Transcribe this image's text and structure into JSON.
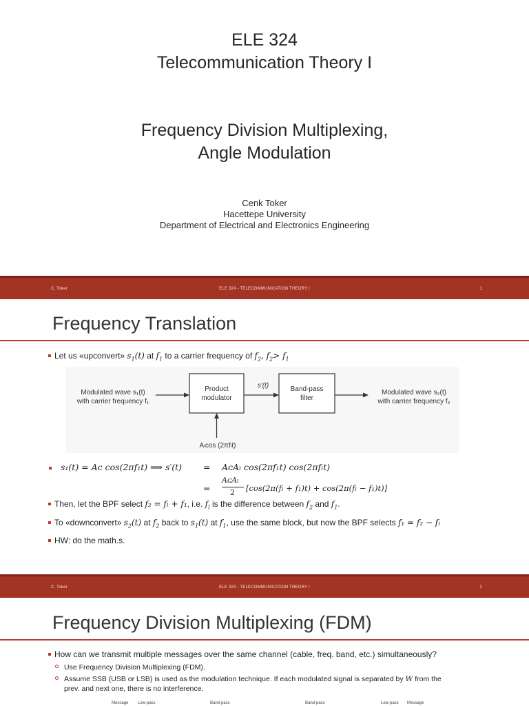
{
  "slide1": {
    "course": "ELE 324",
    "course_title": "Telecommunication Theory I",
    "topic_line1": "Frequency Division Multiplexing,",
    "topic_line2": "Angle Modulation",
    "author": "Cenk Toker",
    "university": "Hacettepe University",
    "department": "Department of Electrical and Electronics Engineering"
  },
  "footer": {
    "author": "C. Toker",
    "course": "ELE 324 - TELECOMMUNICATION THEORY I"
  },
  "page_numbers": [
    "1",
    "2"
  ],
  "slide2": {
    "title": "Frequency Translation",
    "bullet1": {
      "a": "Let us «upconvert» ",
      "b": " at ",
      "c": " to a carrier frequency of "
    },
    "diagram": {
      "in_line1": "Modulated wave s₁(t)",
      "in_line2": "with carrier frequency f₁",
      "product_line1": "Product",
      "product_line2": "modulator",
      "s_prime": "s'(t)",
      "bpf_line1": "Band-pass",
      "bpf_line2": "filter",
      "out_line1": "Modulated wave s₂(t)",
      "out_line2": "with carrier frequency f₂",
      "osc": "Aₗcos (2πfₗt)"
    },
    "eq1_lhs": "s₁(t) = Aᴄ cos(2πf₁t) ⟹ s′(t)",
    "eq1_rhs": "AᴄAₗ cos(2πf₁t) cos(2πfₗt)",
    "eq2_frac_num": "AᴄAₗ",
    "eq2_frac_den": "2",
    "eq2_rest": "[cos(2π(fₗ + f₁)t) + cos(2π(fₗ − f₁)t)]",
    "bullet2": {
      "a": "Then, let the BPF select ",
      "eq": "f₂ = fₗ + f₁",
      "b": ", i.e. ",
      "c": " is the difference between ",
      "d": " and "
    },
    "bullet3": {
      "a": "To «downconvert» ",
      "b": " at ",
      "c": " back to ",
      "d": " at ",
      "e": ", use the same block, but now the BPF selects ",
      "eq": "f₁ = f₂ − fₗ"
    },
    "bullet4": "HW: do the math.s."
  },
  "slide3": {
    "title": "Frequency Division Multiplexing (FDM)",
    "bullet1": "How can we transmit multiple messages over the same channel (cable, freq. band, etc.) simultaneously?",
    "sub1": "Use Frequency Division Multiplexing (FDM).",
    "sub2a": "Assume SSB (USB or LSB) is used as the modulation technique. If each modulated signal is separated by ",
    "sub2_w": "W",
    "sub2b": " from the",
    "sub2c": "prev. and next one, there is no interference.",
    "diag_labels": [
      "Message",
      "Low-pass",
      "Band-pass",
      "Band-pass",
      "Low-pass",
      "Message"
    ]
  }
}
